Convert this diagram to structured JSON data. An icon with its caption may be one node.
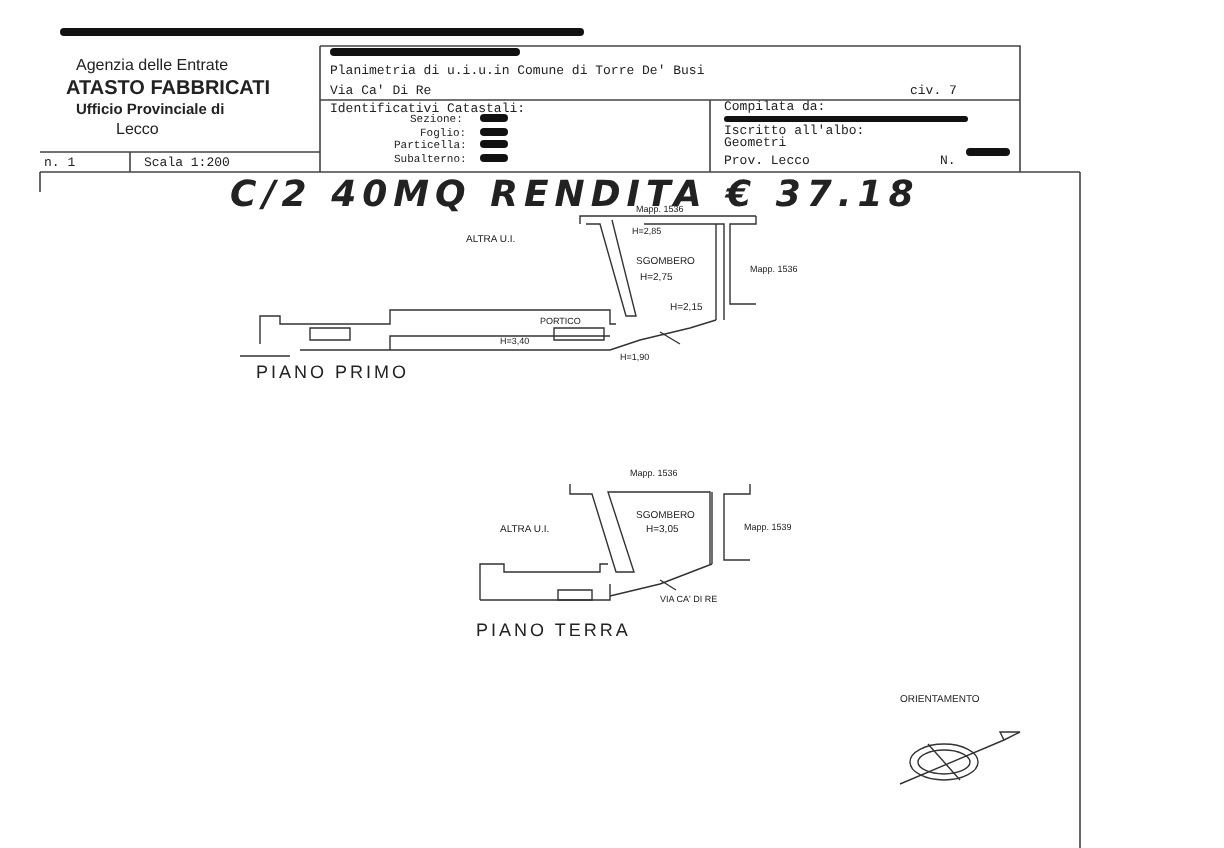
{
  "diagram": {
    "labels": [
      "Agenzia delle Entrate",
      "ATASTO FABBRICATI",
      "Ufficio Provinciale di",
      "Lecco",
      "n. 1",
      "Scala 1:200",
      "Planimetria di u.i.u.in Comune di Torre De' Busi",
      "Via Ca' Di Re",
      "civ. 7",
      "Identificativi Catastali:",
      "Sezione:",
      "Foglio:",
      "Particella:",
      "Subalterno:",
      "Compilata da:",
      "Iscritto all'albo:",
      "Geometri",
      "Prov. Lecco",
      "N.",
      "C/2 40MQ RENDITA € 37.18",
      "Mapp. 1536",
      "ALTRA U.I.",
      "H=2,85",
      "SGOMBERO",
      "H=2,75",
      "Mapp. 1536",
      "H=2,15",
      "PORTICO",
      "H=3,40",
      "H=1,90",
      "PIANO PRIMO",
      "Mapp. 1536",
      "ALTRA U.I.",
      "SGOMBERO",
      "H=3,05",
      "Mapp. 1539",
      "VIA CA' DI RE",
      "PIANO TERRA",
      "ORIENTAMENTO"
    ]
  }
}
